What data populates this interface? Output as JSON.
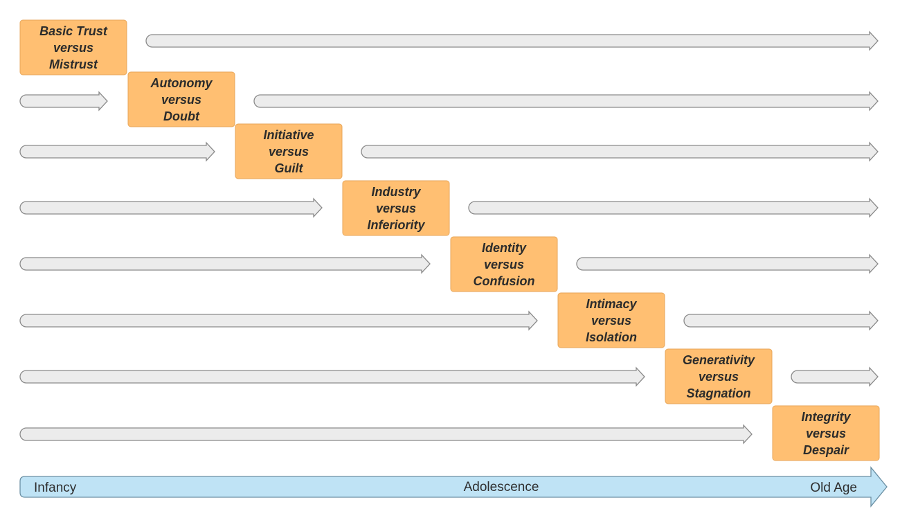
{
  "stages": [
    {
      "lines": [
        "Basic Trust",
        "versus",
        "Mistrust"
      ]
    },
    {
      "lines": [
        "Autonomy",
        "versus",
        "Doubt"
      ]
    },
    {
      "lines": [
        "Initiative",
        "versus",
        "Guilt"
      ]
    },
    {
      "lines": [
        "Industry",
        "versus",
        "Inferiority"
      ]
    },
    {
      "lines": [
        "Identity",
        "versus",
        "Confusion"
      ]
    },
    {
      "lines": [
        "Intimacy",
        "versus",
        "Isolation"
      ]
    },
    {
      "lines": [
        "Generativity",
        "versus",
        "Stagnation"
      ]
    },
    {
      "lines": [
        "Integrity",
        "versus",
        "Despair"
      ]
    }
  ],
  "timeline": {
    "start": "Infancy",
    "middle": "Adolescence",
    "end": "Old Age"
  },
  "colors": {
    "stage_fill": "#ffbf72",
    "grey_arrow_fill": "#ececec",
    "timeline_fill": "#bfe3f5"
  }
}
